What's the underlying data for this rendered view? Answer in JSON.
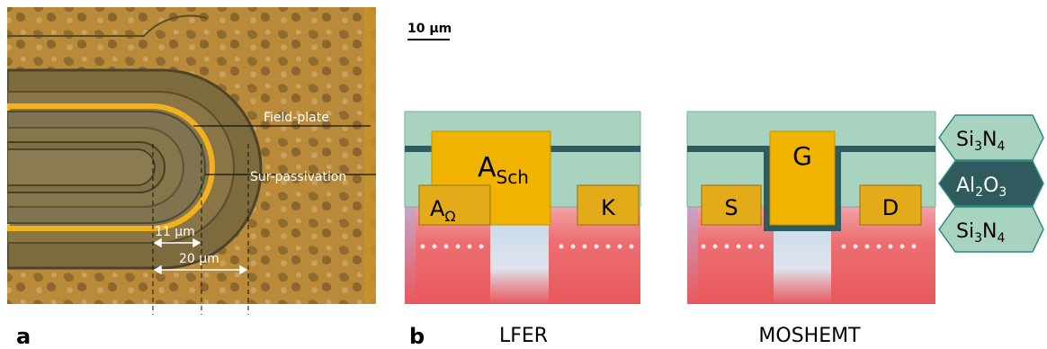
{
  "panel_a": {
    "letter": "a",
    "annotations": {
      "field_plate": "Field-plate",
      "sur_passivation": "Sur-passivation",
      "dim_11": "11 µm",
      "dim_20": "20 µm"
    }
  },
  "panel_b": {
    "letter": "b",
    "scale_bar": "10 µm",
    "lfer": {
      "caption": "LFER",
      "anode_schottky": {
        "base": "A",
        "sub": "Sch"
      },
      "anode_ohmic": {
        "base": "A",
        "sub": "Ω"
      },
      "cathode": "K"
    },
    "moshemt": {
      "caption": "MOSHEMT",
      "gate": "G",
      "source": "S",
      "drain": "D"
    },
    "layers": {
      "top": {
        "base": "Si",
        "sub1": "3",
        "mid": "N",
        "sub2": "4"
      },
      "middle": {
        "base": "Al",
        "sub1": "2",
        "mid": "O",
        "sub2": "3"
      },
      "bottom": {
        "base": "Si",
        "sub1": "3",
        "mid": "N",
        "sub2": "4"
      }
    },
    "colors": {
      "si3n4": "#a8d4bf",
      "al2o3": "#2f5a5e",
      "metal": "#f0b400",
      "metal_contact": "#e3ab1a",
      "substrate": "#ee6b6b"
    }
  }
}
